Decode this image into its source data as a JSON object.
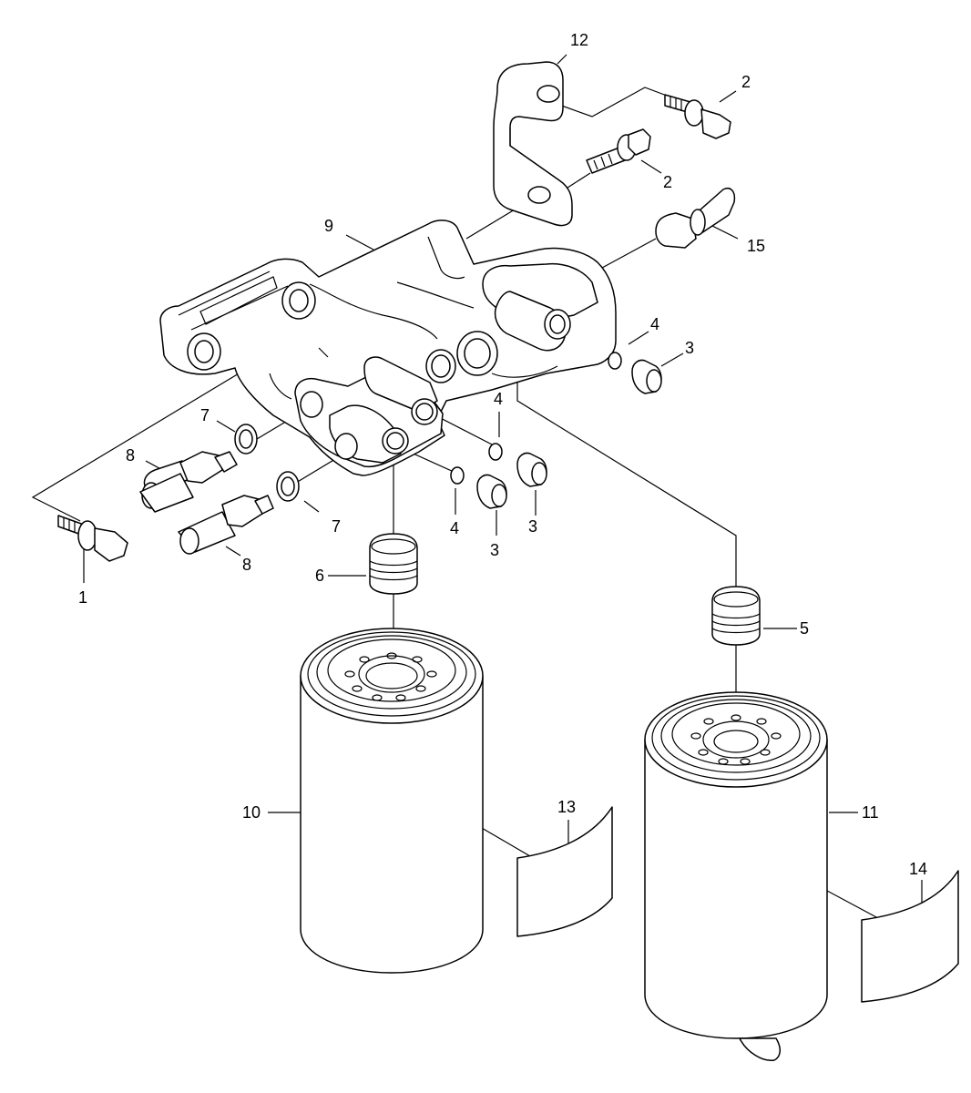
{
  "diagram": {
    "callouts": [
      "1",
      "2",
      "2",
      "3",
      "3",
      "3",
      "4",
      "4",
      "4",
      "5",
      "6",
      "7",
      "7",
      "8",
      "8",
      "9",
      "10",
      "11",
      "12",
      "13",
      "14",
      "15"
    ]
  }
}
